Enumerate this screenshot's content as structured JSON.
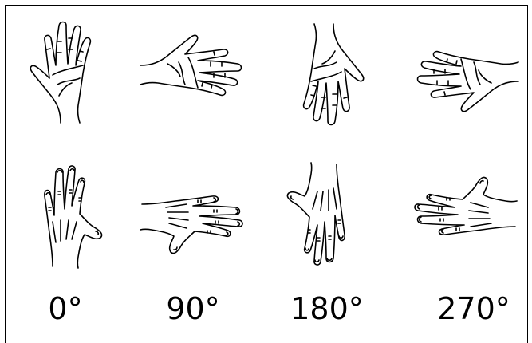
{
  "labels": [
    "0°",
    "90°",
    "180°",
    "270°"
  ],
  "rows": [
    {
      "view": "palm",
      "rotations": [
        0,
        90,
        180,
        270
      ]
    },
    {
      "view": "back",
      "rotations": [
        0,
        90,
        180,
        270
      ]
    }
  ],
  "colors": {
    "ink": "#000000",
    "background": "#ffffff"
  }
}
